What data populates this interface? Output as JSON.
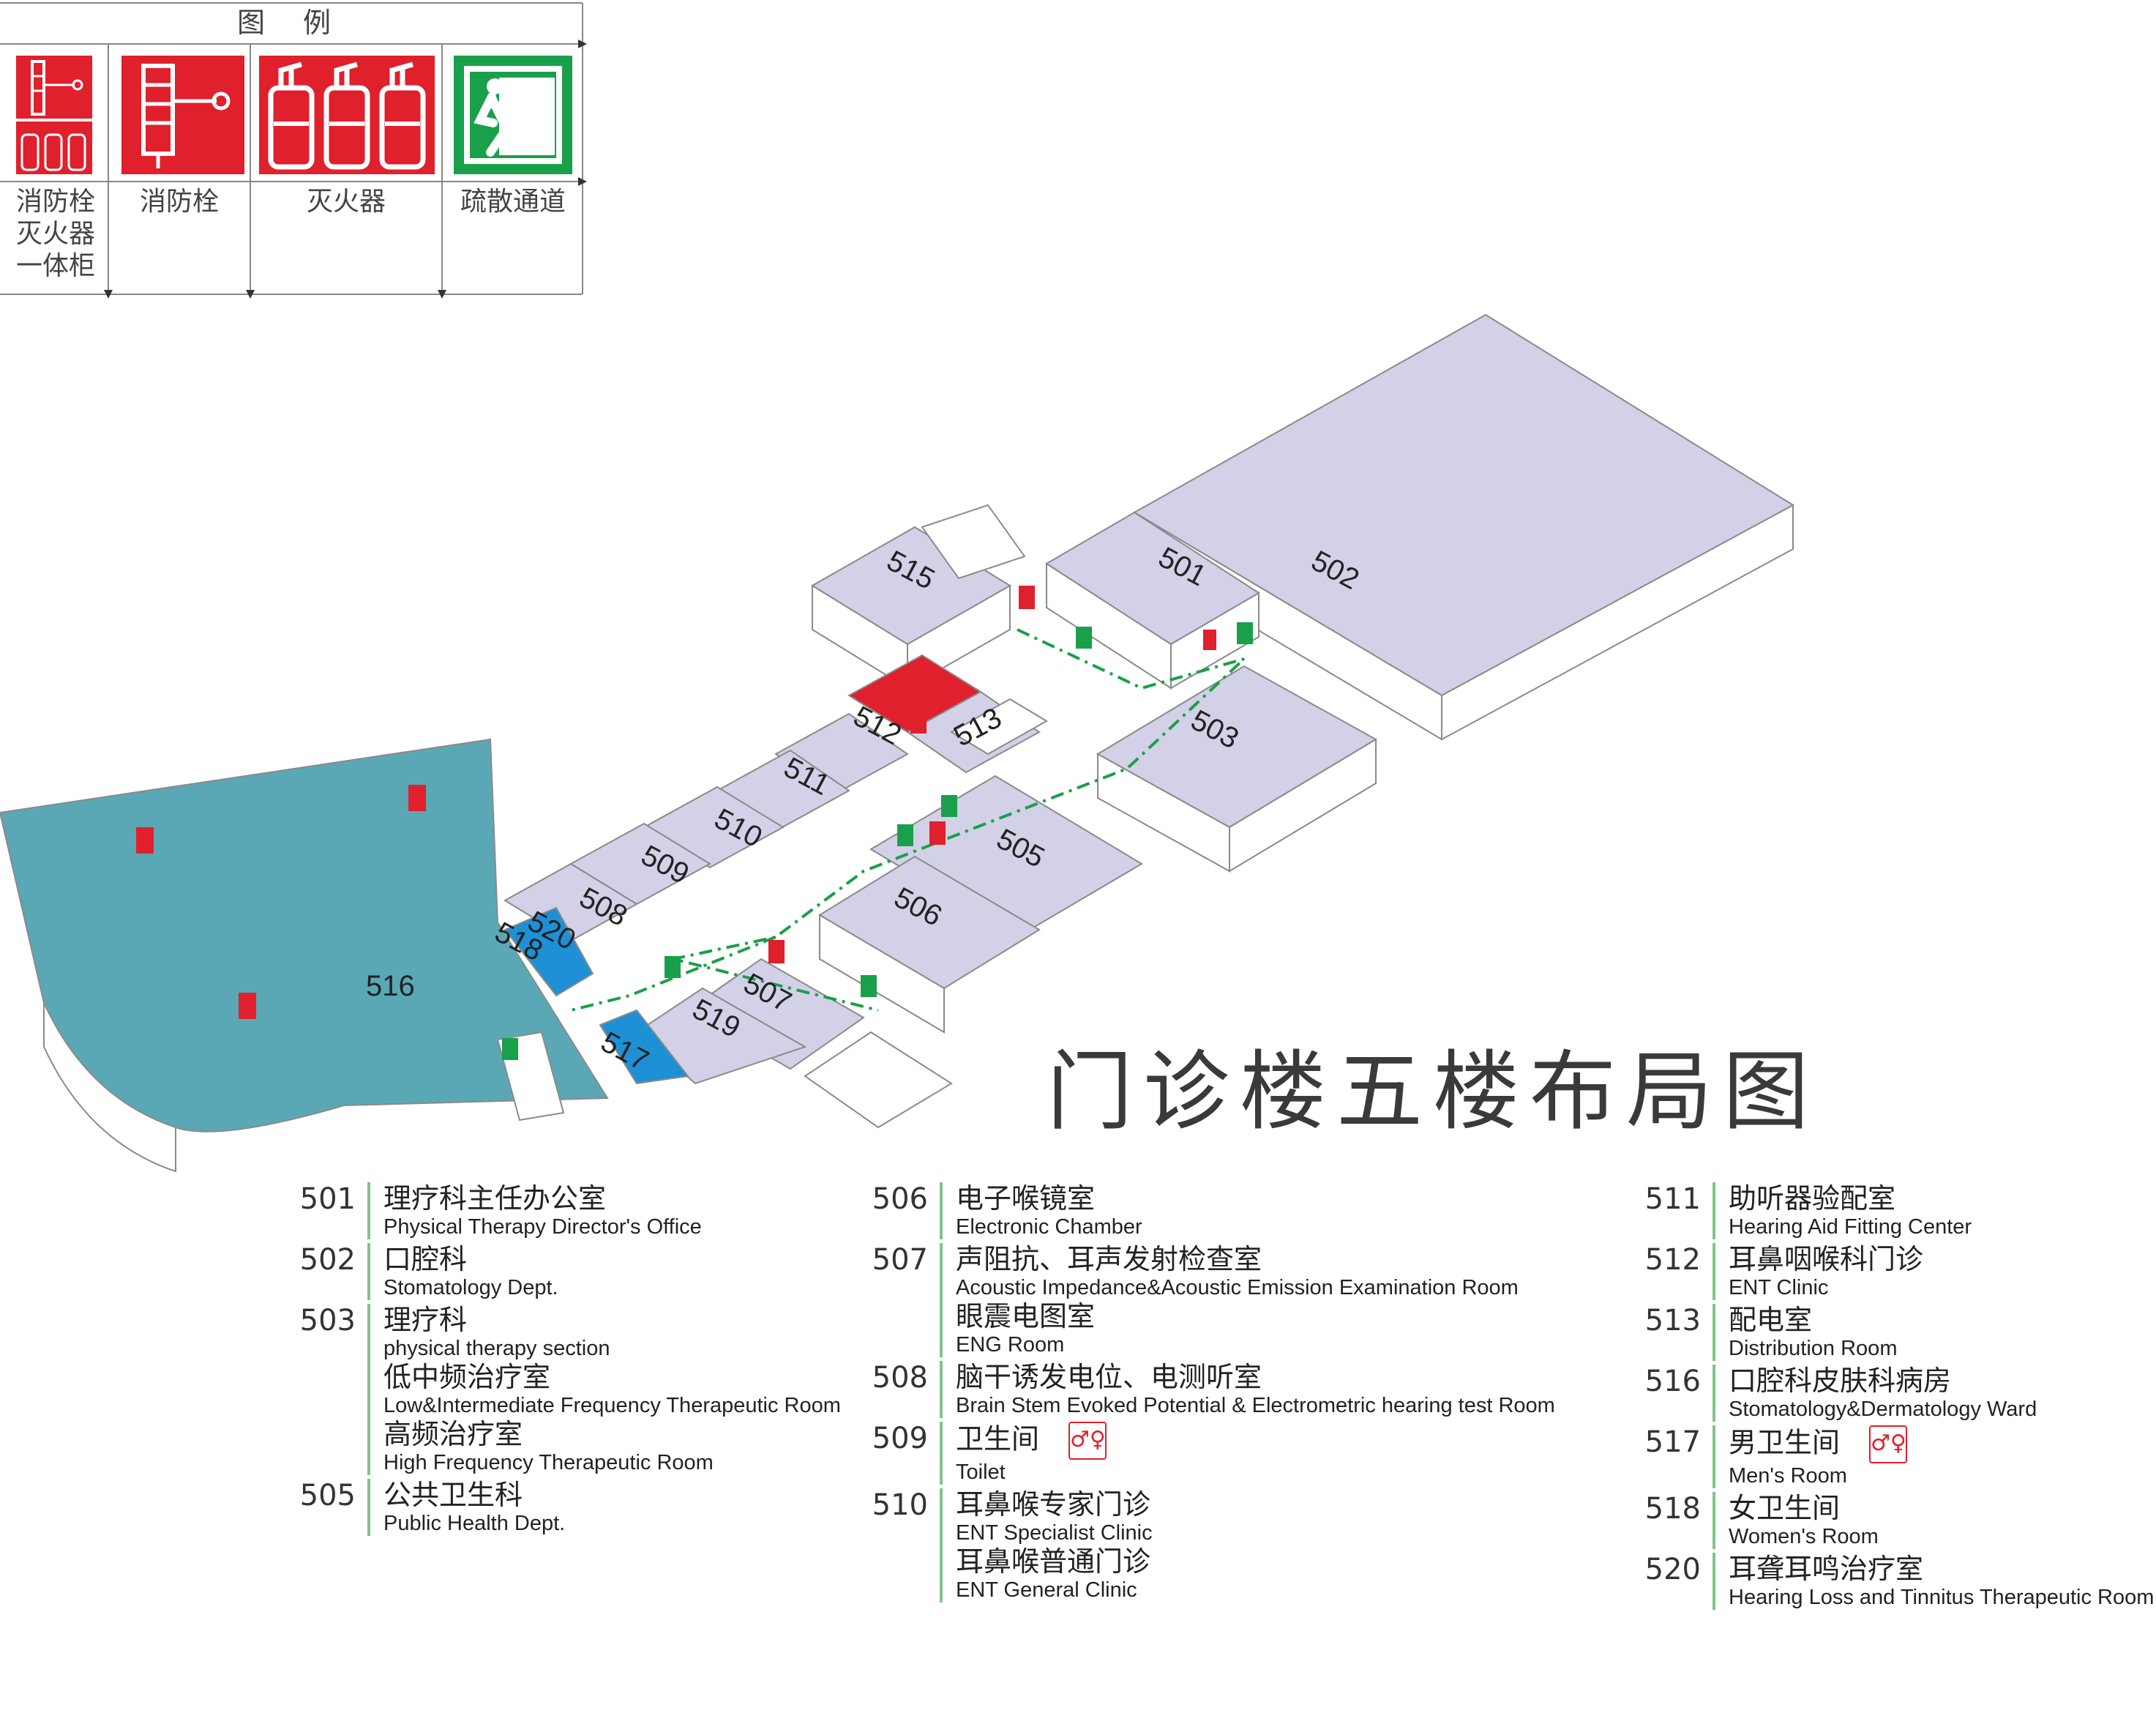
{
  "legend": {
    "title": "图 例",
    "items": [
      {
        "label": "消防栓\n灭火器\n一体柜",
        "icon": "fire-hydrant-extinguisher-cabinet-icon"
      },
      {
        "label": "消防栓",
        "icon": "fire-hydrant-icon"
      },
      {
        "label": "灭火器",
        "icon": "fire-extinguisher-icon"
      },
      {
        "label": "疏散通道",
        "icon": "emergency-exit-icon"
      }
    ]
  },
  "map_title": "门诊楼五楼布局图",
  "colors": {
    "room_fill": "#d3d1e7",
    "ward_fill": "#5aa8b5",
    "restroom_fill": "#1e90d6",
    "fire_red": "#e0202c",
    "exit_green": "#1aa04a",
    "divider_green": "#7fc48a"
  },
  "rooms": {
    "r501": "501",
    "r502": "502",
    "r503": "503",
    "r505": "505",
    "r506": "506",
    "r507": "507",
    "r508": "508",
    "r509": "509",
    "r510": "510",
    "r511": "511",
    "r512": "512",
    "r513": "513",
    "r515": "515",
    "r516": "516",
    "r517": "517",
    "r518": "518",
    "r519": "519",
    "r520": "520"
  },
  "directory": {
    "col1": [
      {
        "num": "501",
        "lines": [
          {
            "zh": "理疗科主任办公室",
            "en": "Physical Therapy Director's Office"
          }
        ]
      },
      {
        "num": "502",
        "lines": [
          {
            "zh": "口腔科",
            "en": " Stomatology Dept."
          }
        ]
      },
      {
        "num": "503",
        "lines": [
          {
            "zh": "理疗科",
            "en": "physical therapy section"
          },
          {
            "zh": "低中频治疗室",
            "en": "Low&Intermediate Frequency Therapeutic Room"
          },
          {
            "zh": "高频治疗室",
            "en": "High Frequency Therapeutic Room"
          }
        ]
      },
      {
        "num": "505",
        "lines": [
          {
            "zh": "公共卫生科",
            "en": "Public Health Dept."
          }
        ]
      }
    ],
    "col2": [
      {
        "num": "506",
        "lines": [
          {
            "zh": "电子喉镜室",
            "en": "Electronic Chamber"
          }
        ]
      },
      {
        "num": "507",
        "lines": [
          {
            "zh": "声阻抗、耳声发射检查室",
            "en": "Acoustic Impedance&Acoustic Emission Examination Room"
          },
          {
            "zh": "眼震电图室",
            "en": "ENG Room"
          }
        ]
      },
      {
        "num": "508",
        "lines": [
          {
            "zh": "脑干诱发电位、电测听室",
            "en": "Brain Stem Evoked Potential & Electrometric hearing test Room"
          }
        ]
      },
      {
        "num": "509",
        "lines": [
          {
            "zh": "卫生间",
            "en": "Toilet"
          }
        ],
        "icon": "toilet-icon"
      },
      {
        "num": "510",
        "lines": [
          {
            "zh": "耳鼻喉专家门诊",
            "en": "ENT Specialist Clinic"
          },
          {
            "zh": "耳鼻喉普通门诊",
            "en": "ENT General Clinic"
          }
        ]
      }
    ],
    "col3": [
      {
        "num": "511",
        "lines": [
          {
            "zh": "助听器验配室",
            "en": "Hearing Aid Fitting Center"
          }
        ]
      },
      {
        "num": "512",
        "lines": [
          {
            "zh": "耳鼻咽喉科门诊",
            "en": "ENT Clinic"
          }
        ]
      },
      {
        "num": "513",
        "lines": [
          {
            "zh": "配电室",
            "en": "Distribution Room"
          }
        ]
      },
      {
        "num": "516",
        "lines": [
          {
            "zh": "口腔科皮肤科病房",
            "en": "Stomatology&Dermatology Ward"
          }
        ]
      },
      {
        "num": "517",
        "lines": [
          {
            "zh": "男卫生间",
            "en": "Men's Room"
          }
        ],
        "icon": "toilet-icon"
      },
      {
        "num": "518",
        "lines": [
          {
            "zh": "女卫生间",
            "en": "Women's Room"
          }
        ]
      },
      {
        "num": "520",
        "lines": [
          {
            "zh": "耳聋耳鸣治疗室",
            "en": "Hearing Loss and Tinnitus Therapeutic Room"
          }
        ]
      }
    ]
  }
}
